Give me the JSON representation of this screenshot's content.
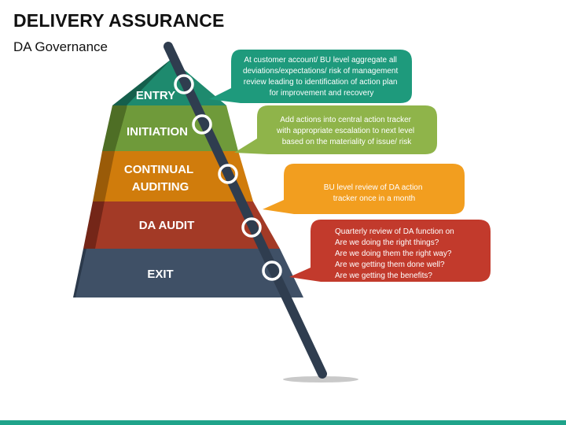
{
  "header": {
    "title": "DELIVERY ASSURANCE",
    "subtitle": "DA Governance"
  },
  "layers": [
    {
      "label_lines": [
        "ENTRY"
      ],
      "color": "#1e8a6e"
    },
    {
      "label_lines": [
        "INITIATION"
      ],
      "color": "#6f9a3a"
    },
    {
      "label_lines": [
        "CONTINUAL",
        "AUDITING"
      ],
      "color": "#d07c0c"
    },
    {
      "label_lines": [
        "DA AUDIT"
      ],
      "color": "#a33a26"
    },
    {
      "label_lines": [
        "EXIT"
      ],
      "color": "#3f5066"
    }
  ],
  "bubbles": [
    {
      "lines": [
        "At customer account/ BU level aggregate all",
        "deviations/expectations/ risk of management",
        "review leading to identification of action plan",
        "for improvement and recovery"
      ],
      "color": "#1e9a7c"
    },
    {
      "lines": [
        "Add actions into central action tracker",
        "with appropriate escalation to next level",
        "based on the materiality of issue/ risk"
      ],
      "color": "#8fb44a"
    },
    {
      "lines": [
        "BU  level  review  of  DA  action",
        "tracker once in a month"
      ],
      "color": "#f29e1f"
    },
    {
      "lines": [
        "Quarterly review of DA function on",
        "Are we doing the right things?",
        "Are we doing them the right way?",
        "Are we getting them done well?",
        "Are we getting the benefits?"
      ],
      "color": "#c23a2c"
    }
  ],
  "pole_color": "#2f3d4f",
  "footer_color": "#1fa38a"
}
